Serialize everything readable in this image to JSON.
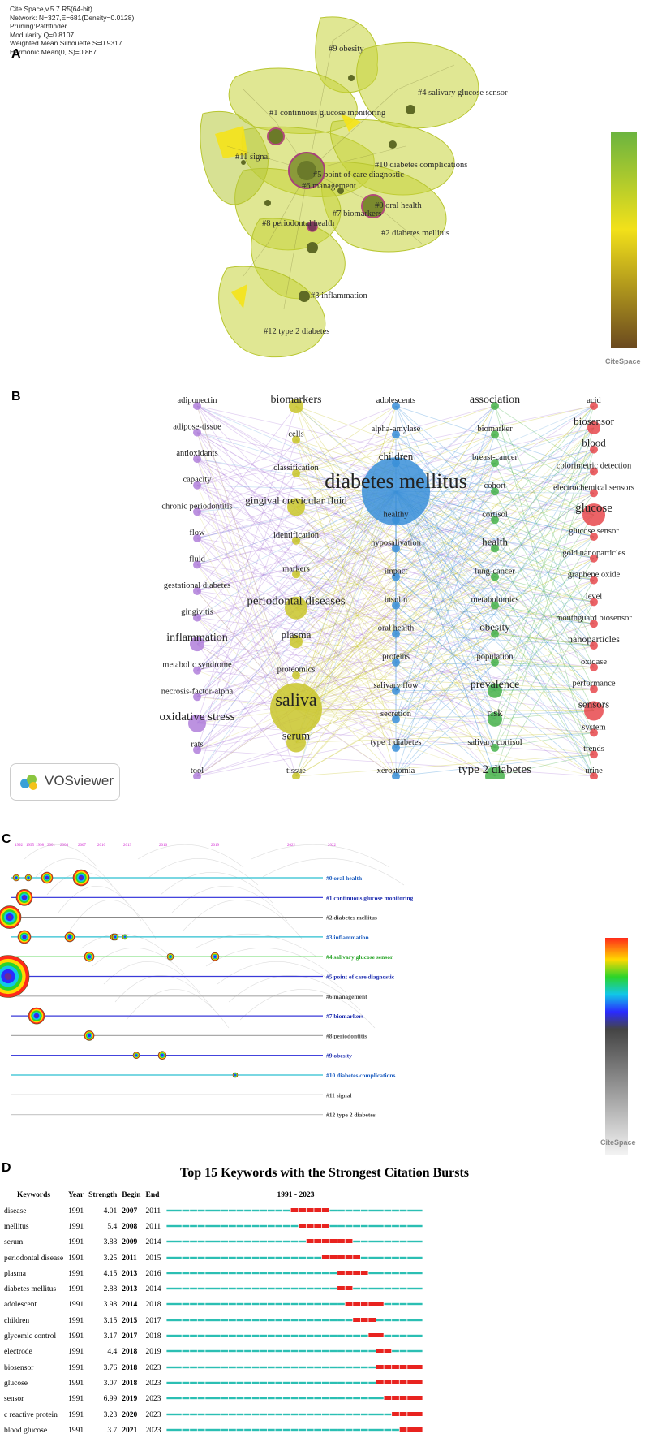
{
  "panelA": {
    "label": "A",
    "meta": [
      "Cite Space,v.5.7 R5(64-bit)",
      "Network: N=327,E=681(Density=0.0128)",
      "Pruning:Pathfinder",
      "Modularity Q=0.8107",
      "Weighted Mean Silhouette S=0.9317",
      "Harmonic Mean(0, S)=0.867"
    ],
    "clusters": [
      "#9 obesity",
      "#4 salivary glucose sensor",
      "#1 continuous glucose monitoring",
      "#11 signal",
      "#10 diabetes complications",
      "#5 point of care diagnostic",
      "#6 management",
      "#0 oral health",
      "#7 biomarkers",
      "#8 periodontal health",
      "#2 diabetes mellitus",
      "#3 inflammation",
      "#12 type 2 diabetes"
    ],
    "logo": "CiteSpace"
  },
  "panelB": {
    "label": "B",
    "purple": [
      "adiponectin",
      "adipose-tissue",
      "antioxidants",
      "capacity",
      "chronic periodontitis",
      "flow",
      "fluid",
      "gestational diabetes",
      "gingivitis",
      "inflammation",
      "metabolic syndrome",
      "necrosis-factor-alpha",
      "oxidative stress",
      "rats",
      "tool"
    ],
    "yellow": [
      "biomarkers",
      "cells",
      "classification",
      "gingival crevicular fluid",
      "identification",
      "markers",
      "periodontal diseases",
      "plasma",
      "proteomics",
      "saliva",
      "serum",
      "tissue"
    ],
    "blue": [
      "adolescents",
      "alpha-amylase",
      "children",
      "diabetes mellitus",
      "healthy",
      "hyposalivation",
      "impact",
      "insulin",
      "oral health",
      "proteins",
      "salivary flow",
      "secretion",
      "type 1 diabetes",
      "xerostomia"
    ],
    "green": [
      "association",
      "biomarker",
      "breast-cancer",
      "cohort",
      "cortisol",
      "health",
      "lung-cancer",
      "metabolomics",
      "obesity",
      "population",
      "prevalence",
      "risk",
      "salivary cortisol",
      "type 2 diabetes"
    ],
    "red": [
      "acid",
      "biosensor",
      "blood",
      "colorimetric detection",
      "electrochemical sensors",
      "glucose",
      "glucose sensor",
      "gold nanoparticles",
      "graphene oxide",
      "level",
      "mouthguard biosensor",
      "nanoparticles",
      "oxidase",
      "performance",
      "sensors",
      "system",
      "trends",
      "urine"
    ],
    "badge": "VOSviewer"
  },
  "panelC": {
    "label": "C",
    "years": [
      "1992",
      "1995",
      "1998",
      "2001",
      "2004",
      "2007",
      "2010",
      "2013",
      "2016",
      "2019",
      "2022",
      "2022"
    ],
    "clusters": [
      "#0 oral health",
      "#1 continuous glucose monitoring",
      "#2 diabetes mellitus",
      "#3 inflammation",
      "#4 salivary glucose sensor",
      "#5 point of care diagnostic",
      "#6 management",
      "#7 biomarkers",
      "#8 periodontitis",
      "#9 obesity",
      "#10 diabetes complications",
      "#11 signal",
      "#12 type 2 diabetes"
    ],
    "logo": "CiteSpace"
  },
  "panelD": {
    "label": "D",
    "title": "Top 15 Keywords with the Strongest Citation Bursts",
    "headers": {
      "keywords": "Keywords",
      "year": "Year",
      "strength": "Strength",
      "begin": "Begin",
      "end": "End",
      "range": "1991 - 2023"
    },
    "range": [
      1991,
      2023
    ],
    "rows": [
      {
        "keyword": "disease",
        "year": "1991",
        "strength": "4.01",
        "begin": "2007",
        "end": "2011"
      },
      {
        "keyword": "mellitus",
        "year": "1991",
        "strength": "5.4",
        "begin": "2008",
        "end": "2011"
      },
      {
        "keyword": "serum",
        "year": "1991",
        "strength": "3.88",
        "begin": "2009",
        "end": "2014"
      },
      {
        "keyword": "periodontal disease",
        "year": "1991",
        "strength": "3.25",
        "begin": "2011",
        "end": "2015"
      },
      {
        "keyword": "plasma",
        "year": "1991",
        "strength": "4.15",
        "begin": "2013",
        "end": "2016"
      },
      {
        "keyword": "diabetes mellitus",
        "year": "1991",
        "strength": "2.88",
        "begin": "2013",
        "end": "2014"
      },
      {
        "keyword": "adolescent",
        "year": "1991",
        "strength": "3.98",
        "begin": "2014",
        "end": "2018"
      },
      {
        "keyword": "children",
        "year": "1991",
        "strength": "3.15",
        "begin": "2015",
        "end": "2017"
      },
      {
        "keyword": "glycemic control",
        "year": "1991",
        "strength": "3.17",
        "begin": "2017",
        "end": "2018"
      },
      {
        "keyword": "electrode",
        "year": "1991",
        "strength": "4.4",
        "begin": "2018",
        "end": "2019"
      },
      {
        "keyword": "biosensor",
        "year": "1991",
        "strength": "3.76",
        "begin": "2018",
        "end": "2023"
      },
      {
        "keyword": "glucose",
        "year": "1991",
        "strength": "3.07",
        "begin": "2018",
        "end": "2023"
      },
      {
        "keyword": "sensor",
        "year": "1991",
        "strength": "6.99",
        "begin": "2019",
        "end": "2023"
      },
      {
        "keyword": "c reactive protein",
        "year": "1991",
        "strength": "3.23",
        "begin": "2020",
        "end": "2023"
      },
      {
        "keyword": "blood glucose",
        "year": "1991",
        "strength": "3.7",
        "begin": "2021",
        "end": "2023"
      }
    ],
    "colors": {
      "burst": "#e8231f",
      "base": "#2bbfb3"
    }
  }
}
